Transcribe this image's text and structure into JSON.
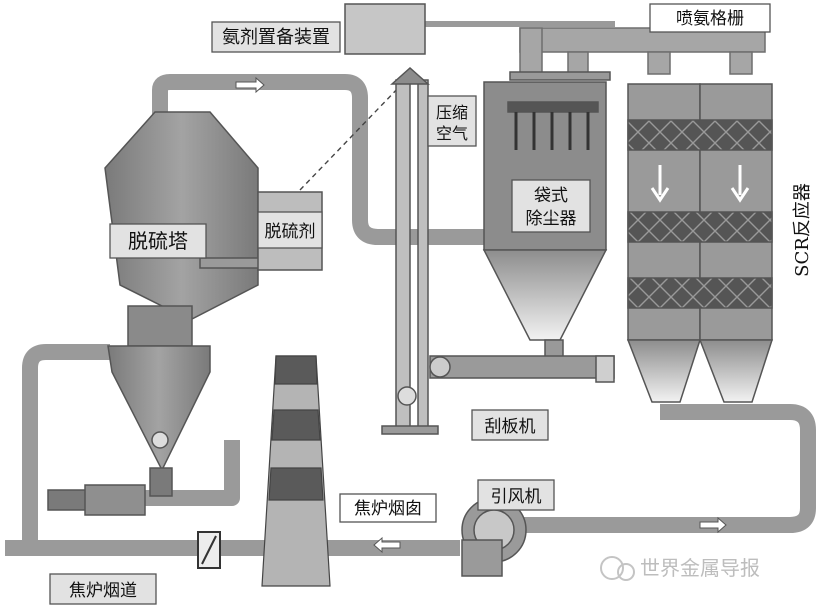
{
  "labels": {
    "ammonia_storage": "氨剂置备装置",
    "ammonia_grid": "喷氨格栅",
    "desulfurization_tower": "脱硫塔",
    "desulfurizer": "脱硫剂",
    "compressed_air_1": "压缩",
    "compressed_air_2": "空气",
    "bag_filter_1": "袋式",
    "bag_filter_2": "除尘器",
    "scr_reactor": "SCR反应器",
    "scraper": "刮板机",
    "induced_fan": "引风机",
    "chimney": "焦炉烟囱",
    "flue": "焦炉烟道"
  },
  "watermark": {
    "text": "世界金属导报"
  },
  "colors": {
    "equipment": "#8c8c8c",
    "equipment_dark": "#6e6e6e",
    "pipe": "#9a9a9a",
    "label_bg": "#d2d2d2",
    "chimney_dark": "#5a5a5a",
    "chimney_light": "#b4b4b4"
  }
}
